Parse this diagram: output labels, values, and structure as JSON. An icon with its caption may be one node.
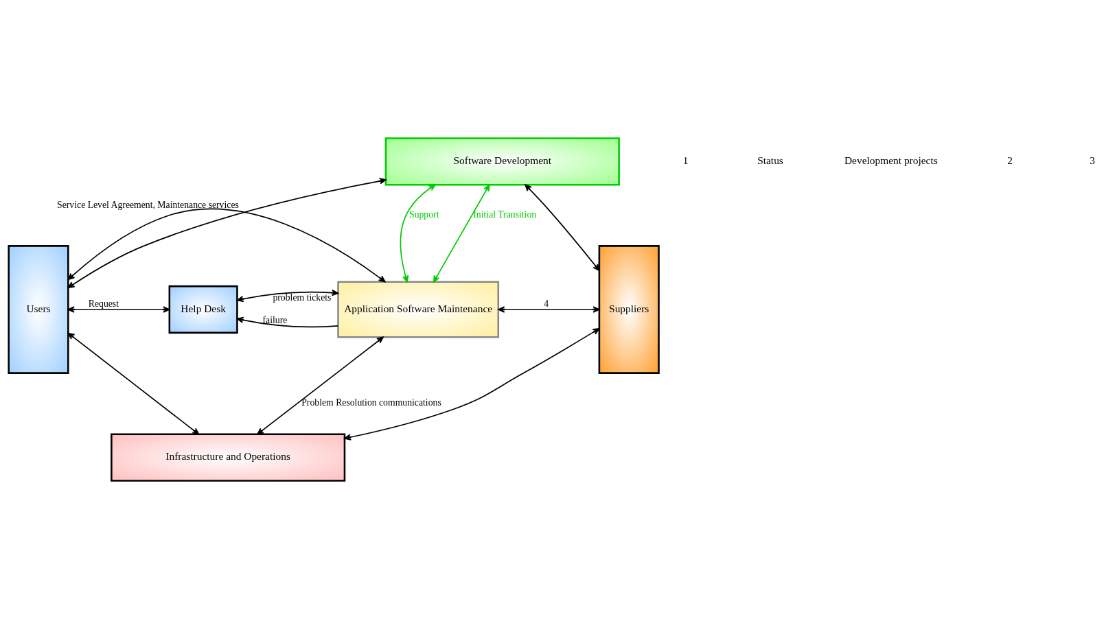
{
  "diagram": {
    "nodes": [
      {
        "text": [
          "Users"
        ]
      },
      {
        "text": [
          "Software Development"
        ]
      },
      {
        "text": [
          "Suppliers"
        ]
      },
      {
        "text": [
          "Application Software Maintenance"
        ]
      },
      {
        "text": [
          "Help Desk"
        ]
      },
      {
        "text": [
          "Infrastructure and Operations"
        ]
      }
    ],
    "edges": [
      {
        "from": 0,
        "to": 1,
        "arrow": "both"
      },
      {
        "from": 1,
        "to": 2,
        "arrow": "both"
      },
      {
        "from": 0,
        "to": 3,
        "arrow": "both",
        "label": "Service Level Agreement, Maintenance services"
      },
      {
        "from": 3,
        "to": 2,
        "arrow": "both",
        "label": "4"
      },
      {
        "from": 0,
        "to": 4,
        "arrow": "both",
        "label": "Request"
      },
      {
        "from": 3,
        "to": 4,
        "arrow": "to",
        "label": "failure"
      },
      {
        "from": 4,
        "to": 3,
        "arrow": "both",
        "label": "problem tickets"
      },
      {
        "from": 1,
        "to": 3,
        "arrow": "both",
        "label": "Support",
        "color": "#00cc00"
      },
      {
        "from": 1,
        "to": 3,
        "arrow": "both",
        "label": "Initial Transition",
        "color": "#00cc00"
      },
      {
        "from": 3,
        "to": 5,
        "arrow": "both",
        "label": "Problem Resolution communications"
      },
      {
        "from": 0,
        "to": 5,
        "arrow": "both"
      },
      {
        "from": 5,
        "to": 2,
        "arrow": "both"
      }
    ],
    "labels": [
      "1",
      "Status",
      "Development projects",
      "2",
      "3"
    ]
  }
}
